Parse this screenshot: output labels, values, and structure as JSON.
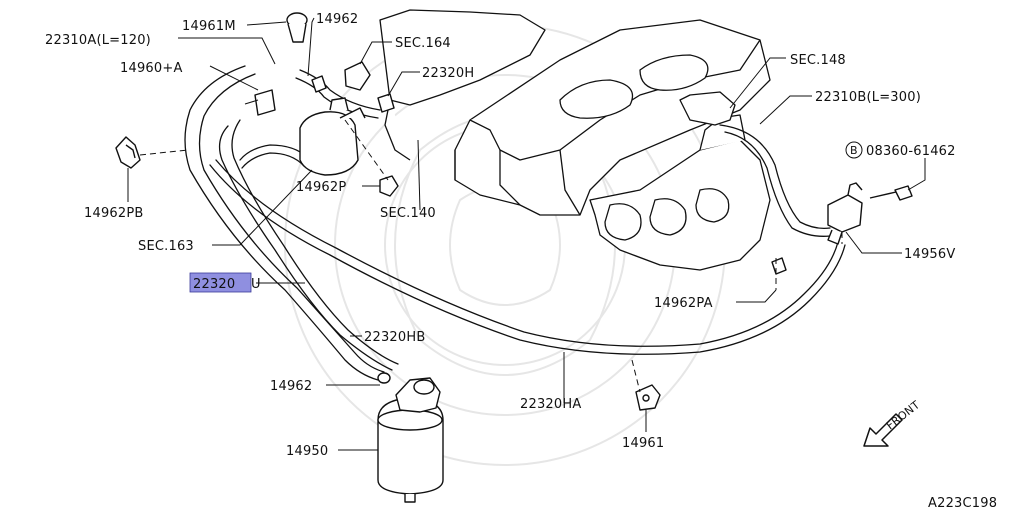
{
  "diagram_code": "A223C198",
  "front_label": "FRONT",
  "callouts": [
    {
      "id": "22310A",
      "text": "22310A(L=120)"
    },
    {
      "id": "14961M",
      "text": "14961M"
    },
    {
      "id": "14962-top",
      "text": "14962"
    },
    {
      "id": "SEC164",
      "text": "SEC.164"
    },
    {
      "id": "14960A",
      "text": "14960+A"
    },
    {
      "id": "22320H",
      "text": "22320H"
    },
    {
      "id": "SEC148",
      "text": "SEC.148"
    },
    {
      "id": "22310B",
      "text": "22310B(L=300)"
    },
    {
      "id": "bolt",
      "text": "08360-61462"
    },
    {
      "id": "14962PB",
      "text": "14962PB"
    },
    {
      "id": "14962P",
      "text": "14962P"
    },
    {
      "id": "SEC140",
      "text": "SEC.140"
    },
    {
      "id": "SEC163",
      "text": "SEC.163"
    },
    {
      "id": "14956V",
      "text": "14956V"
    },
    {
      "id": "22320U-hl",
      "text": "22320"
    },
    {
      "id": "22320U-rest",
      "text": "U"
    },
    {
      "id": "14962PA",
      "text": "14962PA"
    },
    {
      "id": "22320HB",
      "text": "22320HB"
    },
    {
      "id": "14962-bot",
      "text": "14962"
    },
    {
      "id": "22320HA",
      "text": "22320HA"
    },
    {
      "id": "14950",
      "text": "14950"
    },
    {
      "id": "14961",
      "text": "14961"
    }
  ],
  "bolt_marker": "B",
  "highlight_color": "#8f8fe0"
}
